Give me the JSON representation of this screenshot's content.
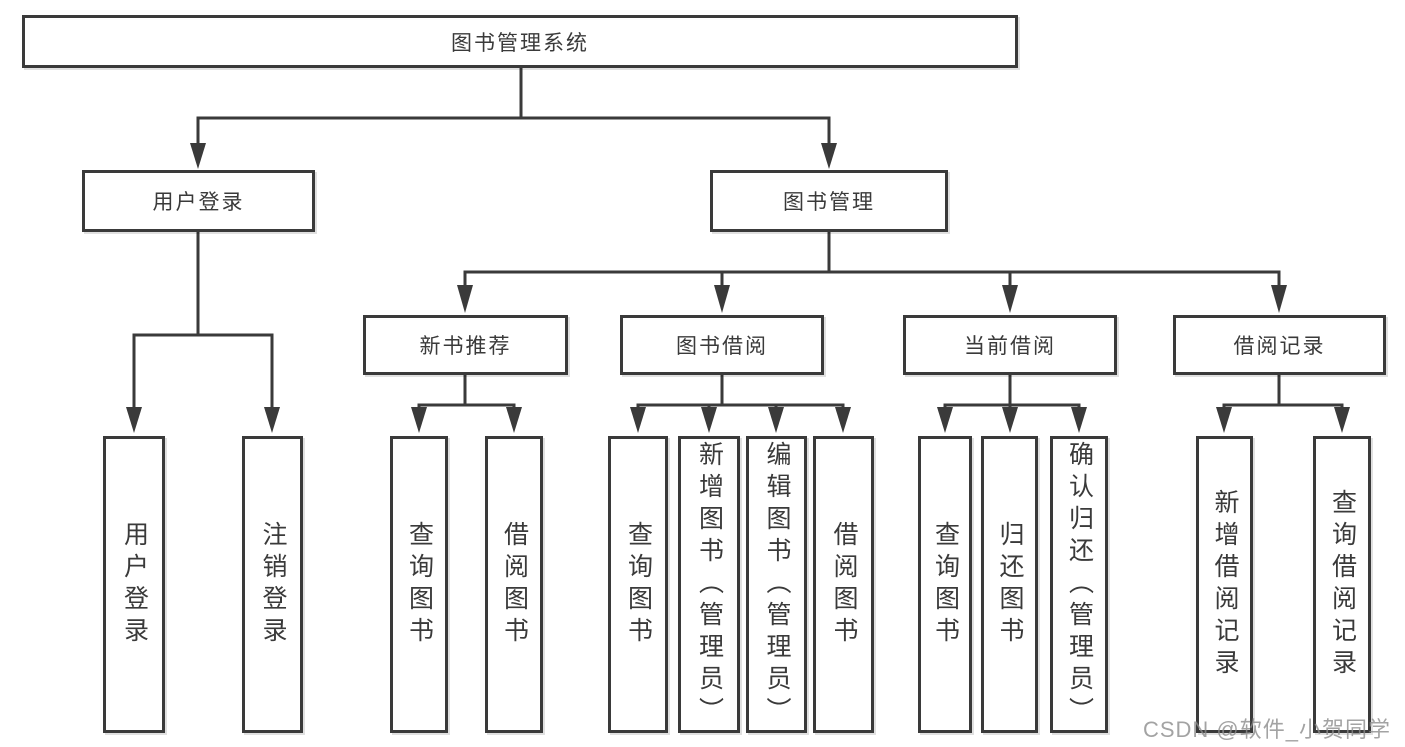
{
  "tree": {
    "label": "图书管理系统",
    "children": [
      {
        "label": "用户登录",
        "children": [
          {
            "label": "用户登录"
          },
          {
            "label": "注销登录"
          }
        ]
      },
      {
        "label": "图书管理",
        "children": [
          {
            "label": "新书推荐",
            "children": [
              {
                "label": "查询图书"
              },
              {
                "label": "借阅图书"
              }
            ]
          },
          {
            "label": "图书借阅",
            "children": [
              {
                "label": "查询图书"
              },
              {
                "label": "新增图书（管理员）"
              },
              {
                "label": "编辑图书（管理员）"
              },
              {
                "label": "借阅图书"
              }
            ]
          },
          {
            "label": "当前借阅",
            "children": [
              {
                "label": "查询图书"
              },
              {
                "label": "归还图书"
              },
              {
                "label": "确认归还（管理员）"
              }
            ]
          },
          {
            "label": "借阅记录",
            "children": [
              {
                "label": "新增借阅记录"
              },
              {
                "label": "查询借阅记录"
              }
            ]
          }
        ]
      }
    ]
  },
  "watermark": {
    "text": "CSDN @软件_小贺同学"
  },
  "colors": {
    "line": "#3a3a3a",
    "box_border": "#3a3a3a",
    "background": "#ffffff",
    "watermark": "#8c8c8c"
  }
}
